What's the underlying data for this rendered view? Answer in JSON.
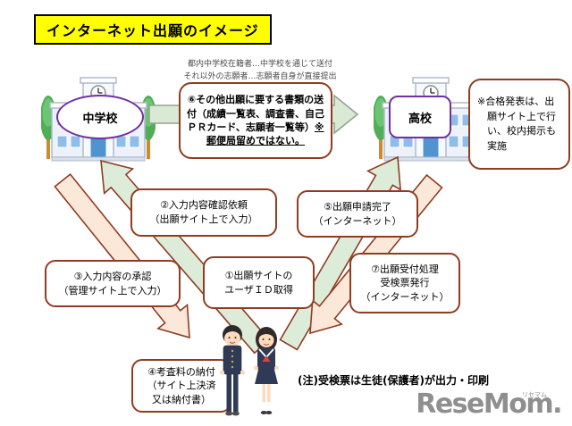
{
  "title": "インターネット出願のイメージ",
  "top_note": {
    "line1": "都内中学校在籍者…中学校を通じて送付",
    "line2": "それ以外の志願者…志願者自身が直接提出"
  },
  "schools": {
    "junior_high": "中学校",
    "high": "高校"
  },
  "steps": {
    "s1": {
      "line1": "①出願サイトの",
      "line2": "ユーザＩＤ取得"
    },
    "s2": {
      "line1": "②入力内容確認依頼",
      "line2": "（出願サイト上で入力）"
    },
    "s3": {
      "line1": "③入力内容の承認",
      "line2": "（管理サイト上で入力）"
    },
    "s4": {
      "line1": "④考査料の納付",
      "line2": "（サイト上決済",
      "line3": "又は納付書）"
    },
    "s5": {
      "line1": "⑤出願申請完了",
      "line2": "（インターネット）"
    },
    "s6": {
      "main": "⑥その他出願に要する書類の送付（成績一覧表、調査書、自己ＰＲカード、志願者一覧等）",
      "emphasis": "※郵便局留めではない。"
    },
    "s7": {
      "line1": "⑦出願受付処理",
      "line2": "受検票発行",
      "line3": "（インターネット）"
    }
  },
  "notes": {
    "pass_announcement": "※合格発表は、出願サイト上で行い、校内掲示も実施",
    "ticket_print": "(注)受検票は生徒(保護者)が出力・印刷"
  },
  "logo": {
    "name": "ReseMom",
    "period": ".",
    "ruby": "リセマム"
  },
  "colors": {
    "title_bg": "#ffff00",
    "box_border": "#8e3d22",
    "arrow_green_fill": "#ddecd8",
    "arrow_beige_fill": "#fbe8d9",
    "horizontal_arrow_stroke": "#8fa58b",
    "school_label_border": "#7030a0",
    "logo_gray": "#8f8f8f"
  }
}
